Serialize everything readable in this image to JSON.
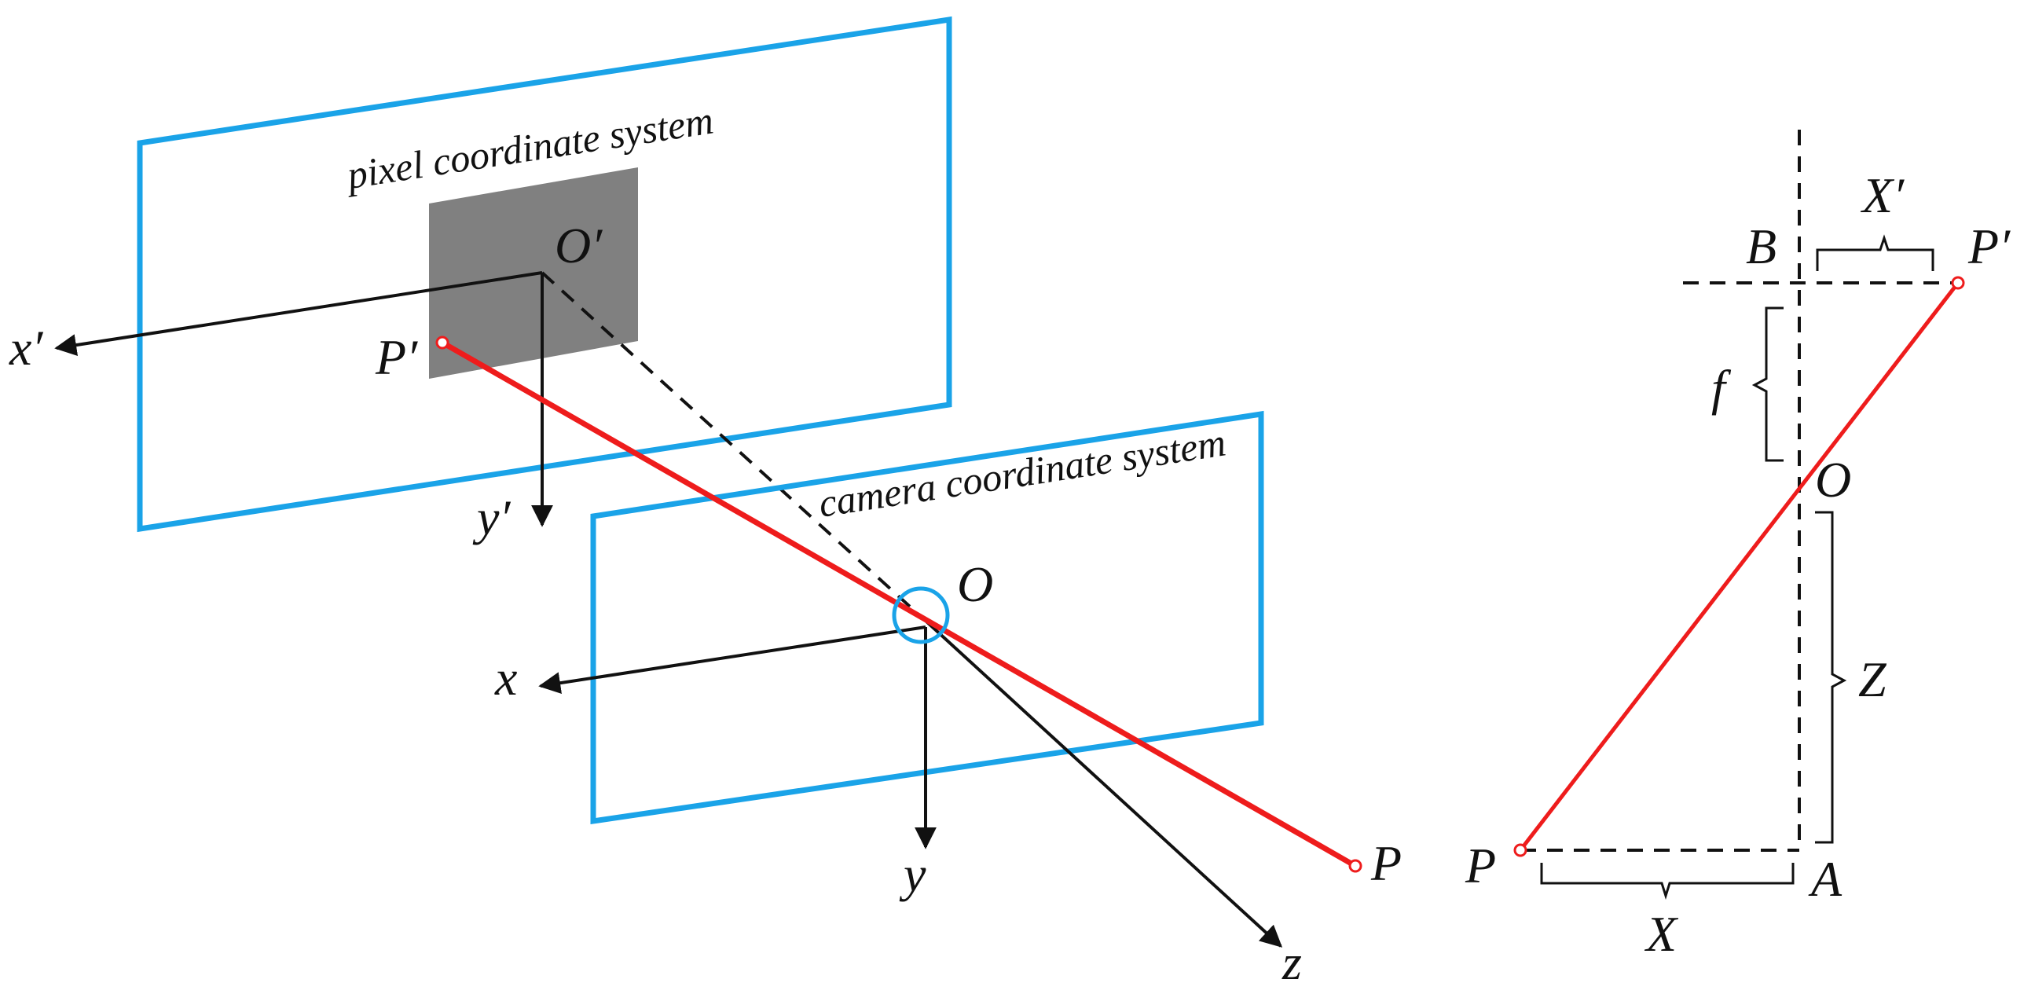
{
  "colors": {
    "plane": "#1aa3e8",
    "ray": "#ee1c1c",
    "axis": "#111111",
    "sensor": "#808080"
  },
  "left_view": {
    "pixel_plane_title": "pixel coordinate system",
    "camera_plane_title": "camera coordinate system",
    "labels": {
      "o_prime": "O′",
      "p_prime": "P′",
      "x_prime": "x′",
      "y_prime": "y′",
      "o": "O",
      "x": "x",
      "y": "y",
      "z": "z",
      "p": "P"
    }
  },
  "right_view": {
    "labels": {
      "x_prime": "X′",
      "b": "B",
      "p_prime": "P′",
      "f": "f",
      "o": "O",
      "z": "Z",
      "p": "P",
      "a": "A",
      "x": "X"
    }
  }
}
